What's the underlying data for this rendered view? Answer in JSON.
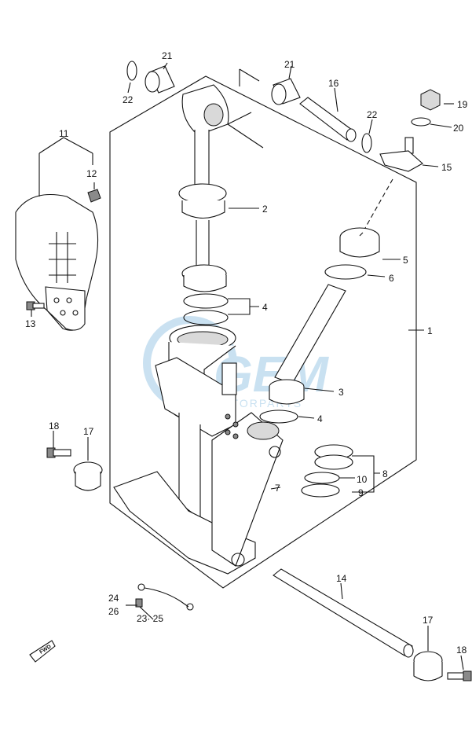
{
  "watermark": {
    "brand": "GEM",
    "sub": "MOTORPARTS",
    "color": "#9ec9e6"
  },
  "callouts": {
    "c1": "1",
    "c2": "2",
    "c3": "3",
    "c4a": "4",
    "c4b": "4",
    "c5": "5",
    "c6": "6",
    "c7": "7",
    "c8": "8",
    "c9": "9",
    "c10": "10",
    "c11": "11",
    "c12": "12",
    "c13": "13",
    "c14": "14",
    "c15": "15",
    "c16": "16",
    "c17a": "17",
    "c17b": "17",
    "c18a": "18",
    "c18b": "18",
    "c19": "19",
    "c20": "20",
    "c21a": "21",
    "c21b": "21",
    "c22a": "22",
    "c22b": "22",
    "c23": "23· 25",
    "c24": "24",
    "c26": "26"
  },
  "fwd_label": "FWD"
}
